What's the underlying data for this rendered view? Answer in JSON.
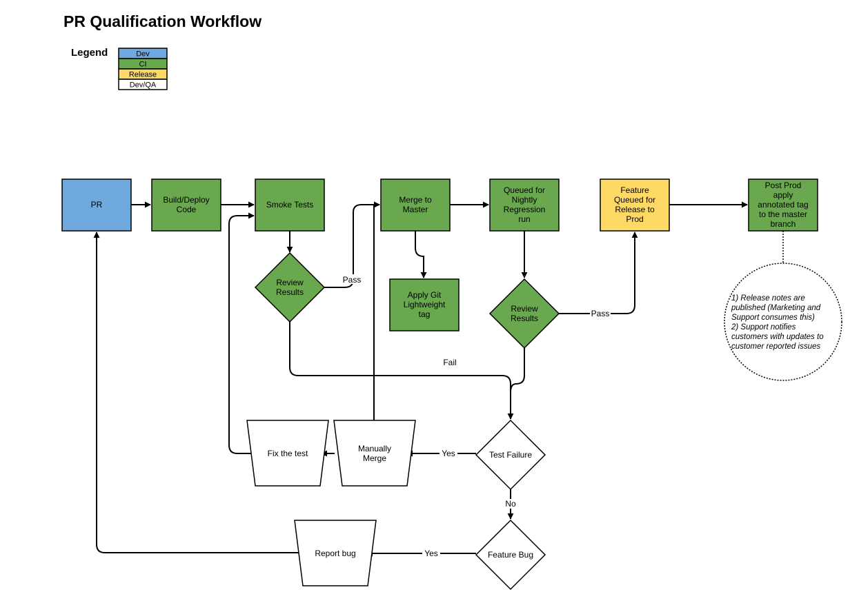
{
  "title": "PR Qualification Workflow",
  "legend": {
    "label": "Legend",
    "items": [
      {
        "label": "Dev",
        "color": "#6fa8dc"
      },
      {
        "label": "CI",
        "color": "#6aa84f"
      },
      {
        "label": "Release",
        "color": "#ffd966"
      },
      {
        "label": "Dev/QA",
        "color": "#ffffff"
      }
    ]
  },
  "colors": {
    "dev": "#6fa8dc",
    "ci": "#6aa84f",
    "release": "#ffd966",
    "devqa": "#ffffff",
    "stroke": "#000000"
  },
  "nodes": {
    "pr": "PR",
    "build": "Build/Deploy\nCode",
    "smoke": "Smoke Tests",
    "merge": "Merge to\nMaster",
    "queued": "Queued for\nNightly\nRegression\nrun",
    "feature_queued": "Feature\nQueued for\nRelease to\nProd",
    "post_prod": "Post Prod\napply\nannotated tag\nto the master\nbranch",
    "apply_git": "Apply Git\nLightweight\ntag",
    "review1": "Review\nResults",
    "review2": "Review\nResults",
    "test_failure": "Test Failure",
    "feature_bug": "Feature Bug",
    "fix_test": "Fix the test",
    "manual_merge": "Manually\nMerge",
    "report_bug": "Report bug",
    "note": "1) Release notes are\npublished (Marketing and\nSupport consumes this)\n2) Support notifies\ncustomers with updates to\ncustomer reported issues"
  },
  "edge_labels": {
    "pass1": "Pass",
    "pass2": "Pass",
    "fail": "Fail",
    "yes1": "Yes",
    "no": "No",
    "yes2": "Yes"
  }
}
